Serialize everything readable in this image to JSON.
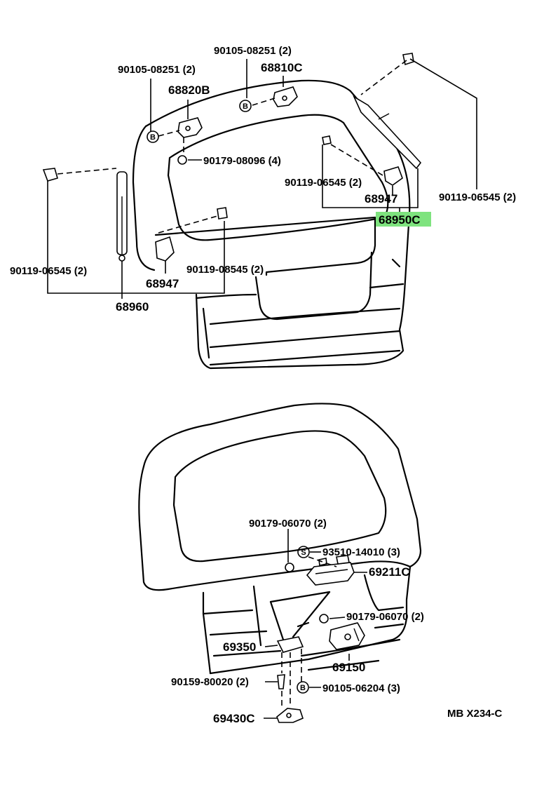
{
  "diagram": {
    "code": "MB X234-C",
    "highlight_color": "#7ee37e",
    "circle_markers": {
      "b": "B",
      "s": "S"
    },
    "labels": {
      "p90105_08251_left": "90105-08251 (2)",
      "p90105_08251_top": "90105-08251 (2)",
      "p68820B": "68820B",
      "p68810C": "68810C",
      "p90179_08096": "90179-08096 (4)",
      "p90119_06545_mid": "90119-06545 (2)",
      "p90119_06545_right": "90119-06545 (2)",
      "p68947_right": "68947",
      "p68950C": "68950C",
      "p90119_06545_left": "90119-06545 (2)",
      "p90119_08545": "90119-08545 (2)",
      "p68947_left": "68947",
      "p68960": "68960",
      "p90179_06070_top": "90179-06070 (2)",
      "p93510_14010": "93510-14010 (3)",
      "p69211C": "69211C",
      "p90179_06070_mid": "90179-06070 (2)",
      "p69350": "69350",
      "p69150": "69150",
      "p90159_80020": "90159-80020 (2)",
      "p90105_06204": "90105-06204 (3)",
      "p69430C": "69430C"
    }
  }
}
